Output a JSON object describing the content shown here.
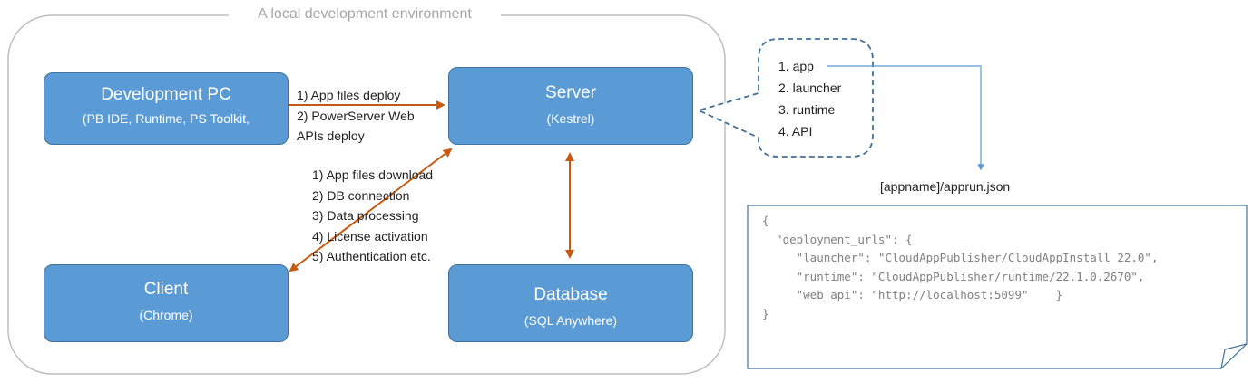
{
  "frame": {
    "title": "A local development environment"
  },
  "nodes": {
    "dev_pc": {
      "title": "Development PC",
      "subtitle": "(PB IDE, Runtime, PS Toolkit,"
    },
    "server": {
      "title": "Server",
      "subtitle": "(Kestrel)"
    },
    "client": {
      "title": "Client",
      "subtitle": "(Chrome)"
    },
    "database": {
      "title": "Database",
      "subtitle": "(SQL Anywhere)"
    }
  },
  "edges": {
    "dev_to_server": {
      "lines": [
        "1) App files deploy",
        "2) PowerServer Web",
        "APIs deploy"
      ]
    },
    "client_server": {
      "lines": [
        "1) App files download",
        "2) DB connection",
        "3) Data processing",
        "4) License activation",
        "5) Authentication etc."
      ]
    }
  },
  "callout": {
    "items": [
      "1. app",
      "2. launcher",
      "3. runtime",
      "4. API"
    ]
  },
  "file": {
    "name": "[appname]/apprun.json",
    "lines": [
      "{",
      "  \"deployment_urls\": {",
      "     \"launcher\": \"CloudAppPublisher/CloudAppInstall 22.0\",",
      "     \"runtime\": \"CloudAppPublisher/runtime/22.1.0.2670\",",
      "     \"web_api\": \"http://localhost:5099\"    }",
      "}"
    ]
  },
  "colors": {
    "node_fill": "#5b9bd5",
    "node_border": "#41719c",
    "arrow": "#c55a11",
    "frame_border": "#bfbfbf",
    "callout_border": "#41719c",
    "connector": "#5b9bd5"
  }
}
